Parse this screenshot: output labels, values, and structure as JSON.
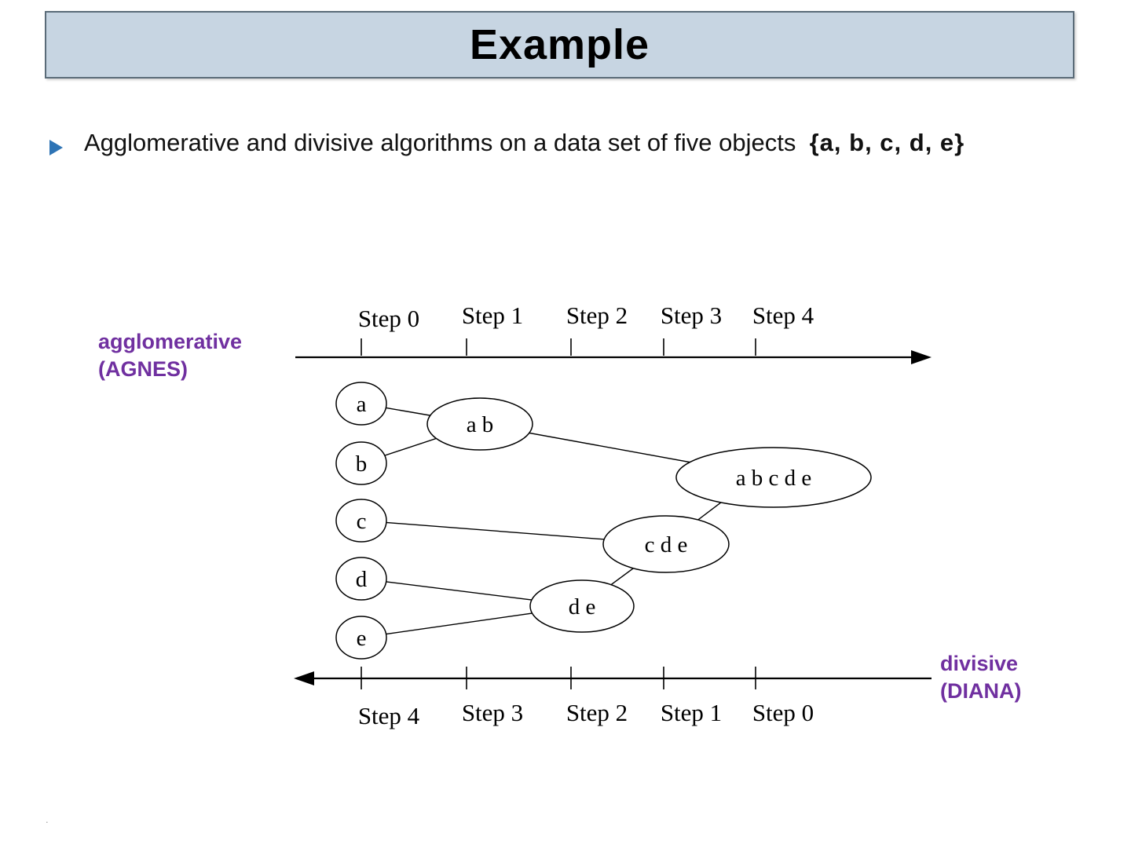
{
  "colors": {
    "title_bar_bg": "#c7d5e2",
    "title_bar_border": "#5a6b78",
    "bullet_marker_blue": "#2e74b5",
    "label_purple": "#7030a0",
    "diagram_ink": "#000000"
  },
  "slide": {
    "title": "Example",
    "bullet_text": "Agglomerative and divisive algorithms on a data set of five objects",
    "bullet_set": "{a, b, c, d, e}",
    "footer_mark": "."
  },
  "diagram": {
    "agnes_label": [
      "agglomerative",
      "(AGNES)"
    ],
    "diana_label": [
      "divisive",
      "(DIANA)"
    ],
    "top_axis_steps": [
      "Step 0",
      "Step 1",
      "Step 2",
      "Step 3",
      "Step 4"
    ],
    "bottom_axis_steps": [
      "Step 4",
      "Step 3",
      "Step 2",
      "Step 1",
      "Step 0"
    ],
    "nodes": [
      "a",
      "b",
      "c",
      "d",
      "e",
      "a b",
      "a b c d e",
      "c d e",
      "d e"
    ]
  }
}
